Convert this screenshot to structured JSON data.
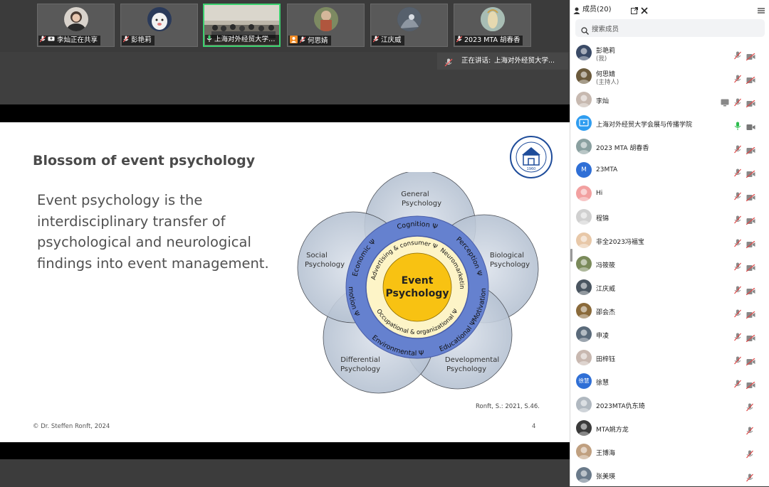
{
  "tiles": [
    {
      "name": "李灿正在共享",
      "status": "sharing"
    },
    {
      "name": "彭艳莉",
      "status": "muted"
    },
    {
      "name": "上海对外经贸大学会...",
      "status": "speaking"
    },
    {
      "name": "何思婧",
      "status": "muted"
    },
    {
      "name": "江庆威",
      "status": "muted"
    },
    {
      "name": "2023 MTA 胡春香",
      "status": "muted"
    }
  ],
  "speaking_label": "正在讲话:",
  "speaking_name": "上海对外经贸大学...",
  "slide": {
    "title": "Blossom of event psychology",
    "body": "Event psychology is the interdisciplinary transfer of psychological and neurological findings into event management.",
    "footer": "© Dr. Steffen Ronft, 2024",
    "page": "4",
    "citation": "Ronft, S.: 2021, S.46.",
    "diagram": {
      "center_line1": "Event",
      "center_line2": "Psychology",
      "petals": {
        "top": "General\nPsychology",
        "right": "Biological\nPsychology",
        "bottom_right": "Developmental\nPsychology",
        "bottom_left": "Differential\nPsychology",
        "left": "Social\nPsychology"
      },
      "ring_outer": {
        "top": "Cognition Ψ",
        "top_right": "Perception Ψ",
        "right": "Motivation Ψ",
        "bottom_right": "Educational Ψ",
        "bottom": "Environmental Ψ",
        "left": "Emotion Ψ",
        "top_left": "Economic Ψ"
      },
      "ring_inner": {
        "top": "Advertising & consumer Ψ",
        "right": "Neuromarketing",
        "bottom": "Occupational & organizational Ψ"
      }
    },
    "logo_year": "1960"
  },
  "panel": {
    "title": "成员(20)",
    "search_placeholder": "搜索成员",
    "members": [
      {
        "name": "彭艳莉",
        "sub": "(我)",
        "mic": "muted",
        "cam": "off"
      },
      {
        "name": "何思婧",
        "sub": "(主持人)",
        "mic": "muted",
        "cam": "off"
      },
      {
        "name": "李灿",
        "sub": "",
        "mic": "muted",
        "cam": "off",
        "share": true
      },
      {
        "name": "上海对外经贸大学会展与传播学院",
        "sub": "",
        "mic": "on",
        "cam": "on"
      },
      {
        "name": "2023 MTA 胡春香",
        "sub": "",
        "mic": "muted",
        "cam": "off"
      },
      {
        "name": "23MTA",
        "sub": "",
        "mic": "muted",
        "cam": "off",
        "initial": "M"
      },
      {
        "name": "Hi",
        "sub": "",
        "mic": "muted",
        "cam": "off"
      },
      {
        "name": "程锦",
        "sub": "",
        "mic": "muted",
        "cam": "off"
      },
      {
        "name": "非全2023冯福宝",
        "sub": "",
        "mic": "muted",
        "cam": "off"
      },
      {
        "name": "冯筱筱",
        "sub": "",
        "mic": "muted",
        "cam": "off"
      },
      {
        "name": "江庆威",
        "sub": "",
        "mic": "muted",
        "cam": "off"
      },
      {
        "name": "邵会杰",
        "sub": "",
        "mic": "muted",
        "cam": "off"
      },
      {
        "name": "申凌",
        "sub": "",
        "mic": "muted",
        "cam": "off"
      },
      {
        "name": "田梓钰",
        "sub": "",
        "mic": "muted",
        "cam": "off"
      },
      {
        "name": "徐慧",
        "sub": "",
        "mic": "muted",
        "cam": "off",
        "initial": "徐慧"
      },
      {
        "name": "2023MTA仇东琦",
        "sub": "",
        "mic": "muted",
        "cam": "none"
      },
      {
        "name": "MTA姚方龙",
        "sub": "",
        "mic": "muted",
        "cam": "none"
      },
      {
        "name": "王博海",
        "sub": "",
        "mic": "muted",
        "cam": "none"
      },
      {
        "name": "张美瑛",
        "sub": "",
        "mic": "muted",
        "cam": "none"
      }
    ]
  },
  "colors": {
    "accent_green": "#3bd16f",
    "muted_red": "#e04848",
    "mic_on_green": "#2dbd4e",
    "avatar_blue": "#2f6fd6",
    "ring_blue": "#5b7fd0",
    "center_yellow": "#f8c212"
  }
}
